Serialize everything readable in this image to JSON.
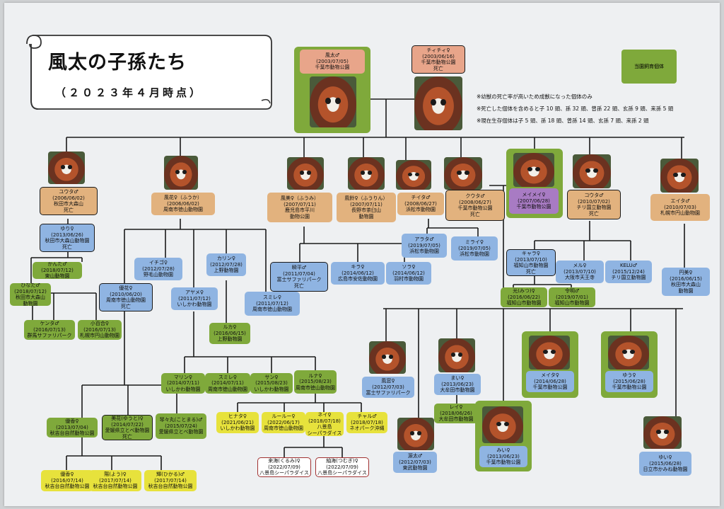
{
  "title": "風太の子孫たち",
  "subtitle": "（２０２３年４月時点）",
  "legend": "当園飼育個体",
  "notes": [
    "※幼獣の死亡率が高いため成獣になった個体のみ",
    "※死亡した個体を含めると子 10 頭、孫 32 頭、曾孫 22 頭、玄孫 9 頭、来孫 5 頭",
    "※現在生存個体は子 5 頭、孫 18 頭、曾孫 14 頭、玄孫 7 頭、来孫 2 頭"
  ],
  "root": {
    "father": "風太♂\n(2003/07/05)\n千葉市動物公園",
    "mother": "チィチィ♀\n(2003/06/16)\n千葉市動物公園\n死亡"
  },
  "children": {
    "yuuta": "ユウタ♂\n(2006/06/02)\n秋田市大森山\n死亡",
    "fuuka": "風花♀（ふうか）\n(2006/06/02)\n周南市徳山動物園",
    "fuumi": "風美♀（ふうみ）\n(2007/07/11)\n鹿児島市平川\n動物公園",
    "fuurin": "風鈴♀（ふうりん）\n(2007/07/11)\n長野市茶臼山\n動物園",
    "chita": "チイタ♂\n(2008/06/27)\n浜松市動物園",
    "kuuta": "クウタ♂\n(2008/06/27)\n千葉市動物公園\n死亡",
    "meimei": "メイメイ♀\n(2007/06/28)\n千葉市動物公園",
    "kouta": "コウタ♂\n(2010/07/02)\nチリ国立動物園\n死亡",
    "eita": "エイタ♂\n(2010/07/03)\n札幌市円山動物園"
  },
  "grandchildren": {
    "yuri": "ゆり♀\n(2013/06/26)\n秋田市大森山動物園\n死亡",
    "kanta": "かんた♂\n(2018/07/12)\n東山動物園",
    "hinata": "ひなた♂\n(2018/07/12)\n秋田市大森山\n動物園",
    "kenta": "ケンタ♂\n(2016/07/13)\n群馬サファリパーク",
    "koyuri": "小百合♀\n(2016/07/13)\n札幌市円山動物園",
    "ichigo": "イチゴ♀\n(2012/07/28)\n野毛山動物園",
    "yuka": "優花♀\n(2010/06/20)\n周南市徳山動物園\n死亡",
    "ayame": "アヤメ♀\n(2011/07/12)\nいしかわ動物園",
    "karin": "カリン♀\n(2012/07/28)\n上野動物園",
    "sumire": "スミレ♀\n(2011/07/12)\n周南市徳山動物園",
    "ruka": "ルカ♀\n(2016/06/15)\n上野動物園",
    "shunpei": "瞬平♂\n(2011/07/04)\n富士サファリパーク\n死亡",
    "kira": "キラ♀\n(2014/06/12)\n広島市安佐動物園",
    "sora": "ソラ♀\n(2014/06/12)\n羽村市動物園",
    "arata": "アラタ♂\n(2019/07/05)\n浜松市動物園",
    "mirai": "ミライ♀\n(2019/07/05)\n浜松市動物園",
    "kyara": "キャラ♀\n(2013/07/10)\n福知山市動物園\n死亡",
    "meru": "メル♀\n(2013/07/10)\n大阪市天王寺",
    "kelu": "KELU♂\n(2015/12/24)\nチリ国立動物園",
    "madoka": "円美♀\n(2016/06/15)\n秋田市大森山\n動物園",
    "hikari": "光(みつ)♀\n(2016/06/22)\n福知山市動物園",
    "reimei": "令明♂\n(2019/07/01)\n福知山市動物園",
    "fuuka2": "風窓♀\n(2012/07/03)\n富士サファリパーク",
    "mai": "まい♀\n(2013/06/23)\n大牟田市動物園",
    "meita": "メイタ♀\n(2014/06/28)\n千葉市動物公園",
    "yuu": "ゆう♀\n(2015/06/28)\n千葉市動物公園",
    "rei": "レイ♀\n(2018/06/26)\n大牟田市動物園",
    "genta": "源太♂\n(2012/07/03)\n東武動物園",
    "mii": "みい♀\n(2013/06/23)\n千葉市動物公園",
    "yui": "ゆい♀\n(2015/06/28)\n日立市かみね動物園"
  },
  "great": {
    "marin": "マリン♀\n(2014/07/11)\nいしかわ動物園",
    "sumire2": "スミレ♀\n(2014/07/11)\n周南市徳山動物園",
    "sun": "サン♀\n(2015/08/23)\nいしかわ動物園",
    "runa": "ルナ♀\n(2015/08/23)\n周南市徳山動物園",
    "yuuka": "優香♀\n(2013/07/04)\n秋吉台自然動物公園",
    "mika": "美花(ゆうと)♀\n(2014/07/22)\n愛媛県立とべ動物園\n死亡",
    "kotomaru": "琴々丸(ことまる)♂\n(2015/07/24)\n愛媛県立とべ動物園",
    "hinata2": "ヒナタ♀\n(2021/06/21)\nいしかわ動物園",
    "ruru": "ルールー♀\n(2022/06/17)\n周南市徳山動物園",
    "nei": "ネイ♀\n(2018/07/18)\n八景島\nシーパラダイス",
    "chaaru": "チャル♂\n(2018/07/18)\nネオパーク沖縄",
    "yuuka2": "優香♀\n(2016/07/14)\n秋吉台自然動物公園",
    "you": "陽(よう)♀\n(2017/07/14)\n秋吉台自然動物公園",
    "hikaru": "輝(ひかる)♂\n(2017/07/14)\n秋吉台自然動物公園",
    "kurumi": "来海(くるみ)♀\n(2022/07/09)\n八景島シーパラダイス",
    "tsumugi": "紬海(つむぎ)♀\n(2022/07/09)\n八景島シーパラダイス"
  },
  "colors": {
    "blue": "#8fb4e2",
    "orange": "#e2b27e",
    "green": "#7fa93b",
    "yellow": "#e7e23c",
    "purple": "#a87bc3",
    "pink": "#e8a58a"
  }
}
